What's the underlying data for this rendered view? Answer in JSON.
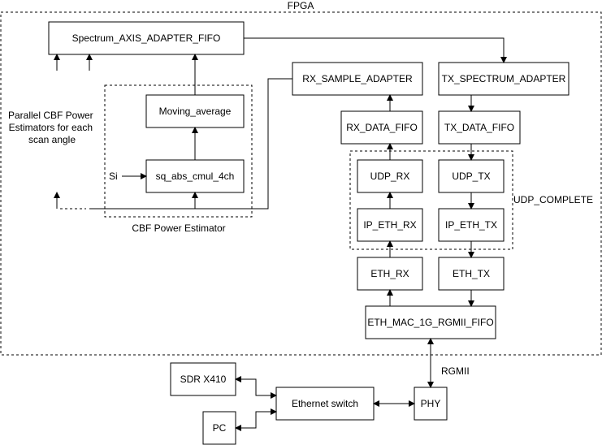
{
  "title": "FPGA",
  "groups": {
    "cbf": "CBF Power Estimator",
    "udp": "UDP_COMPLETE"
  },
  "annotations": {
    "parallel": [
      "Parallel CBF Power",
      "Estimators for each",
      "scan angle"
    ],
    "si": "Si",
    "rgmii": "RGMII"
  },
  "blocks": {
    "spectrum_fifo": "Spectrum_AXIS_ADAPTER_FIFO",
    "moving_average": "Moving_average",
    "sq_abs": "sq_abs_cmul_4ch",
    "rx_sample": "RX_SAMPLE_ADAPTER",
    "tx_spectrum": "TX_SPECTRUM_ADAPTER",
    "rx_data_fifo": "RX_DATA_FIFO",
    "tx_data_fifo": "TX_DATA_FIFO",
    "udp_rx": "UDP_RX",
    "udp_tx": "UDP_TX",
    "ip_eth_rx": "IP_ETH_RX",
    "ip_eth_tx": "IP_ETH_TX",
    "eth_rx": "ETH_RX",
    "eth_tx": "ETH_TX",
    "eth_mac": "ETH_MAC_1G_RGMII_FIFO",
    "sdr": "SDR X410",
    "pc": "PC",
    "switch": "Ethernet switch",
    "phy": "PHY"
  }
}
